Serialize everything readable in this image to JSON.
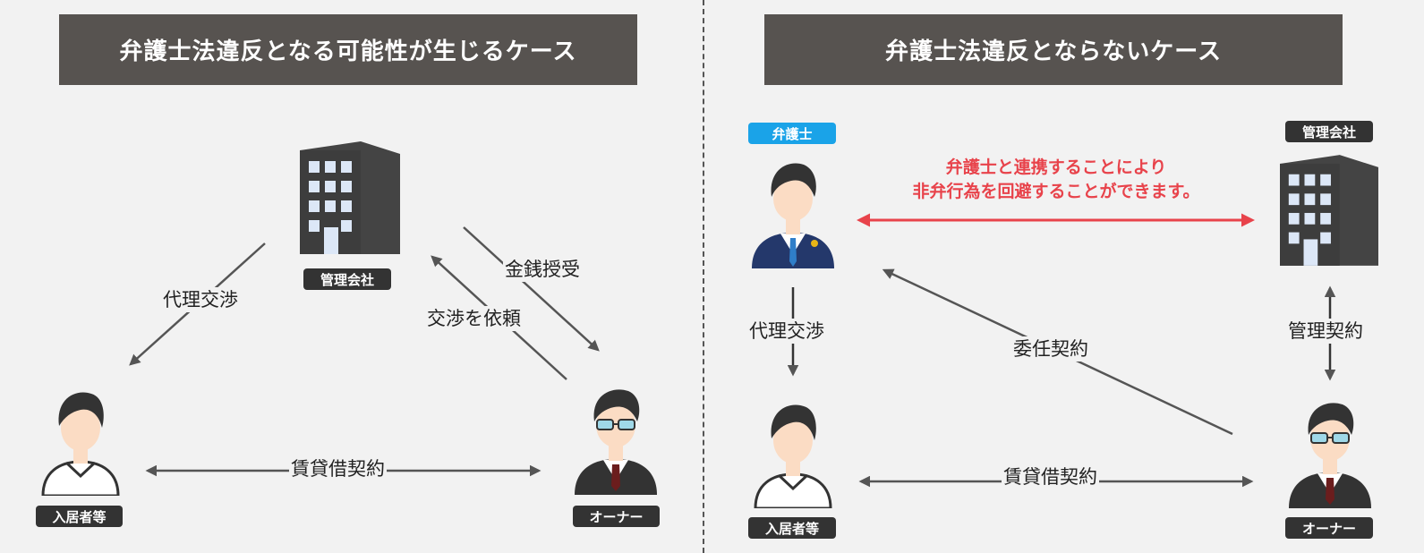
{
  "left": {
    "title": "弁護士法違反となる可能性が生じるケース",
    "company_label": "管理会社",
    "resident_label": "入居者等",
    "owner_label": "オーナー",
    "rel_agency": "代理交渉",
    "rel_request": "交渉を依頼",
    "rel_money": "金銭授受",
    "rel_lease": "賃貸借契約"
  },
  "right": {
    "title": "弁護士法違反とならないケース",
    "lawyer_label": "弁護士",
    "company_label": "管理会社",
    "resident_label": "入居者等",
    "owner_label": "オーナー",
    "rel_agency": "代理交渉",
    "rel_mandate": "委任契約",
    "rel_management": "管理契約",
    "rel_lease": "賃貸借契約",
    "note_line1": "弁護士と連携することにより",
    "note_line2": "非弁行為を回避することができます。"
  },
  "colors": {
    "banner": "#575350",
    "arrow": "#555555",
    "accent_red": "#e8434b",
    "tag_blue": "#1aa3e8",
    "tag_dark": "#333333"
  }
}
